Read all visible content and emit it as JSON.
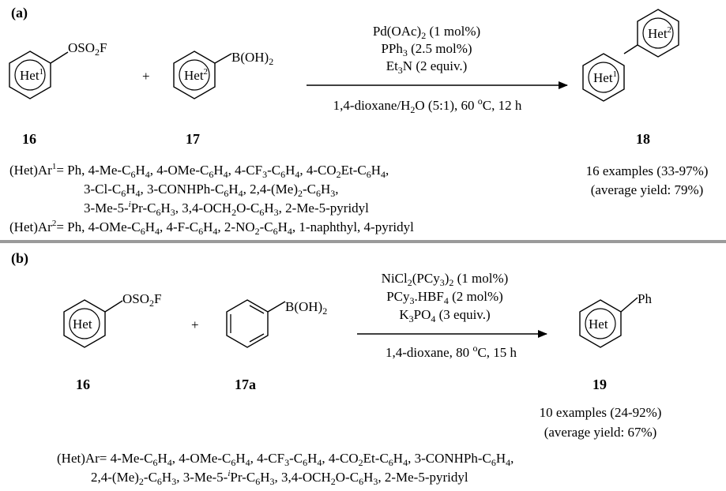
{
  "panel_a": {
    "label": "(a)",
    "reactant1": {
      "ring": "Het",
      "ring_sup": "1",
      "substituent": "OSO",
      "sub_sub": "2",
      "sub_tail": "F",
      "number": "16"
    },
    "plus": "+",
    "reactant2": {
      "ring": "Het",
      "ring_sup": "2",
      "substituent": "B(OH)",
      "sub_sub": "2",
      "number": "17"
    },
    "conditions": {
      "line1": [
        "Pd(OAc)",
        "2",
        " (1 mol%)"
      ],
      "line2": [
        "PPh",
        "3",
        " (2.5 mol%)"
      ],
      "line3": [
        "Et",
        "3",
        "N (2 equiv.)"
      ],
      "below": [
        "1,4-dioxane/H",
        "2",
        "O (5:1), 60 ",
        "o",
        "C, 12 h"
      ]
    },
    "product": {
      "ring1": "Het",
      "ring1_sup": "1",
      "ring2": "Het",
      "ring2_sup": "2",
      "number": "18"
    },
    "examples": "16 examples (33-97%)",
    "average": "(average yield: 79%)",
    "scope1": {
      "prefix": "(Het)Ar",
      "prefix_sup": "1",
      "eq": "= ",
      "line1": "Ph, 4-Me-C6H4, 4-OMe-C6H4, 4-CF3-C6H4, 4-CO2Et-C6H4,",
      "line2": "3-Cl-C6H4, 3-CONHPh-C6H4, 2,4-(Me)2-C6H3,",
      "line3": "3-Me-5-iPr-C6H3, 3,4-OCH2O-C6H3, 2-Me-5-pyridyl"
    },
    "scope2": {
      "prefix": "(Het)Ar",
      "prefix_sup": "2",
      "eq": "= ",
      "line1": "Ph, 4-OMe-C6H4, 4-F-C6H4, 2-NO2-C6H4, 1-naphthyl, 4-pyridyl"
    }
  },
  "panel_b": {
    "label": "(b)",
    "reactant1": {
      "ring": "Het",
      "substituent": "OSO",
      "sub_sub": "2",
      "sub_tail": "F",
      "number": "16"
    },
    "plus": "+",
    "reactant2": {
      "substituent": "B(OH)",
      "sub_sub": "2",
      "number": "17a"
    },
    "conditions": {
      "line1": [
        "NiCl",
        "2",
        "(PCy",
        "3",
        ")",
        "2",
        " (1 mol%)"
      ],
      "line2": [
        "PCy",
        "3",
        ".HBF",
        "4",
        " (2 mol%)"
      ],
      "line3": [
        "K",
        "3",
        "PO",
        "4",
        " (3 equiv.)"
      ],
      "below": [
        "1,4-dioxane, 80 ",
        "o",
        "C, 15 h"
      ]
    },
    "product": {
      "ring": "Het",
      "substituent": "Ph",
      "number": "19"
    },
    "examples": "10 examples (24-92%)",
    "average": "(average yield: 67%)",
    "scope": {
      "prefix": "(Het)Ar= ",
      "line1": "4-Me-C6H4, 4-OMe-C6H4, 4-CF3-C6H4, 4-CO2Et-C6H4, 3-CONHPh-C6H4,",
      "line2": "2,4-(Me)2-C6H3, 3-Me-5-iPr-C6H3, 3,4-OCH2O-C6H3, 2-Me-5-pyridyl"
    }
  },
  "colors": {
    "ink": "#000000",
    "divider": "#9a9a9a",
    "background": "#ffffff"
  }
}
